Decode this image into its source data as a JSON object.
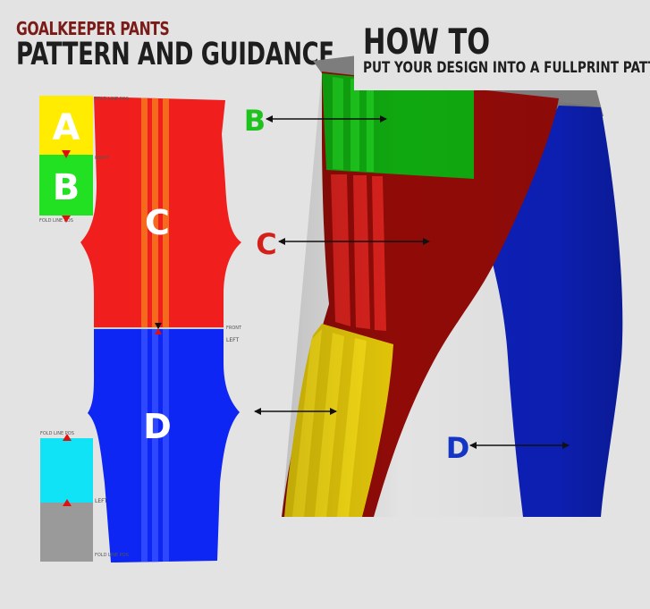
{
  "header": {
    "subtitle": "GOALKEEPER PANTS",
    "title": "PATTERN AND GUIDANCE"
  },
  "howto": {
    "title": "HOW TO",
    "subtitle": "PUT YOUR DESIGN INTO A FULLPRINT PATTERN"
  },
  "pattern": {
    "labels": {
      "a": "A",
      "b": "B",
      "c": "C",
      "d": "D"
    },
    "notes": {
      "right": "RIGHT",
      "left_mid": "LEFT",
      "left_low": "LEFT",
      "front": "FRONT",
      "mark_a": "FOLD LINE POS",
      "mark_b": "FOLD LINE POS",
      "mark_cyan": "FOLD LINE POS",
      "mark_grey": "FOLD LINE POS"
    }
  },
  "callouts": {
    "b": "B",
    "c": "C",
    "d": "D"
  },
  "colors": {
    "red": "#f01f1d",
    "blue": "#0e26f3",
    "green": "#22e022",
    "yellow": "#ffec00",
    "cyan": "#10e3f6",
    "grey": "#9a9a9a",
    "stripe_orange": "#f56a1c",
    "dark_red": "#8a0a07",
    "dark_blue": "#0a1ca6",
    "dark_green": "#0fa10f",
    "callout_green": "#1ec21e",
    "callout_red": "#d3201b",
    "callout_blue": "#1535c4",
    "title_dark_red": "#7a1b17"
  }
}
